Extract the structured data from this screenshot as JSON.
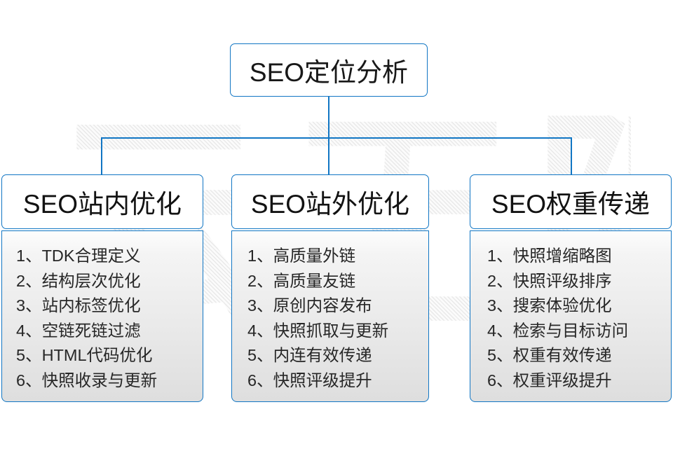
{
  "watermark": {
    "text": "云无限"
  },
  "root": {
    "title": "SEO定位分析"
  },
  "columns": [
    {
      "heading": "SEO站内优化",
      "items": [
        "1、TDK合理定义",
        "2、结构层次优化",
        "3、站内标签优化",
        "4、空链死链过滤",
        "5、HTML代码优化",
        "6、快照收录与更新"
      ]
    },
    {
      "heading": "SEO站外优化",
      "items": [
        "1、高质量外链",
        "2、高质量友链",
        "3、原创内容发布",
        "4、快照抓取与更新",
        "5、内连有效传递",
        "6、快照评级提升"
      ]
    },
    {
      "heading": "SEO权重传递",
      "items": [
        "1、快照增缩略图",
        "2、快照评级排序",
        "3、搜索体验优化",
        "4、检索与目标访问",
        "5、权重有效传递",
        "6、权重评级提升"
      ]
    }
  ],
  "colors": {
    "connector": "#1176c4",
    "border": "#1176c4",
    "text": "#181818",
    "background": "#ffffff",
    "body_fill_top": "#fdfdfd",
    "body_fill_bottom": "#dedede"
  }
}
